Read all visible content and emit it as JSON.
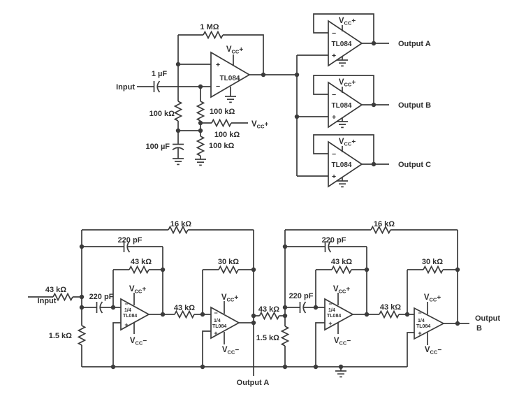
{
  "shared": {
    "vcc_v": "V",
    "vcc_sub": "CC",
    "plus": "+",
    "minus": "−",
    "opamp_part": "TL084",
    "opamp_fraction": "1/4"
  },
  "top_circuit": {
    "input_label": "Input",
    "input_cap": "1 µF",
    "feedback_resistor": "1 MΩ",
    "bias_resistor_left": "100 kΩ",
    "bias_resistor_mid": "100 kΩ",
    "bias_resistor_supply": "100 kΩ",
    "bias_resistor_lower": "100 kΩ",
    "bias_cap": "100 µF",
    "outputs": [
      "Output A",
      "Output B",
      "Output C"
    ]
  },
  "bottom_circuit": {
    "input_label": "Input",
    "input_resistor": "43 kΩ",
    "shunt_resistor_1": "1.5 kΩ",
    "shunt_resistor_2": "1.5 kΩ",
    "series_cap_1": "220 pF",
    "series_cap_2": "220 pF",
    "feedback_cap_1": "220 pF",
    "feedback_cap_2": "220 pF",
    "outer_feedback_resistor_1": "16 kΩ",
    "outer_feedback_resistor_2": "16 kΩ",
    "integrator_feedback_resistor_1": "43 kΩ",
    "integrator_feedback_resistor_2": "43 kΩ",
    "series_resistor_1": "43 kΩ",
    "series_resistor_2": "43 kΩ",
    "series_resistor_3": "43 kΩ",
    "stage2_feedback_resistor_1": "30 kΩ",
    "stage2_feedback_resistor_2": "30 kΩ",
    "output_a": "Output A",
    "output_b_line1": "Output",
    "output_b_line2": "B"
  }
}
